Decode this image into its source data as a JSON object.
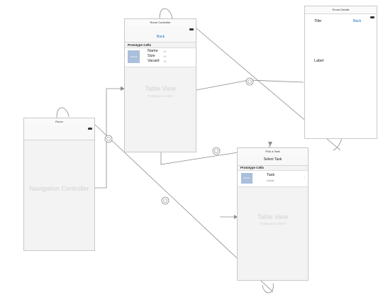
{
  "scenes": {
    "navigation": {
      "title": "Room",
      "body_label": "Navigation Controller"
    },
    "room_controller": {
      "title": "Room Controller",
      "back_label": "Back",
      "section_label": "Prototype Cells",
      "thumb_label": "Rooms",
      "rows": [
        {
          "key": "Name",
          "value": "+1"
        },
        {
          "key": "Size",
          "value": "+1"
        },
        {
          "key": "Vacant",
          "value": "+1"
        }
      ],
      "table_label": "Table View",
      "table_sublabel": "Prototype Content"
    },
    "room_details": {
      "title": "Room Details",
      "title_label": "Title",
      "back_label": "Back",
      "label_text": "Label"
    },
    "pick_task": {
      "title": "Pick a Task",
      "nav_title": "Select Task",
      "section_label": "Prototype Cells",
      "thumb_label": "Rooms",
      "cell_title": "Task",
      "cell_subtitle": "Detail",
      "table_label": "Table View",
      "table_sublabel": "Prototype Content"
    }
  },
  "colors": {
    "canvas_bg": "#ffffff",
    "scene_bg": "#f3f3f3",
    "link_color": "#8a8a8a",
    "accent": "#1a73c8"
  },
  "icons": [
    "battery-icon",
    "segue-ring-icon",
    "entry-arrow-icon",
    "chevron-right-icon"
  ]
}
